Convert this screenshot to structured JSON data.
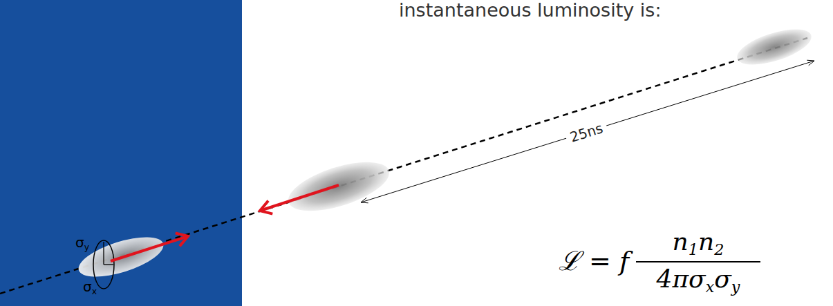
{
  "diagram": {
    "labels": [
      "instantaneous luminosity is:",
      "25ns",
      "σy",
      "σx",
      "ℒ = f",
      "n1n2",
      "4πσxσy"
    ]
  }
}
